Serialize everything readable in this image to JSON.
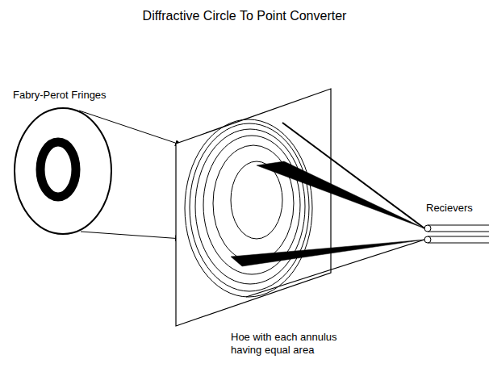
{
  "diagram": {
    "title": "Diffractive Circle To Point Converter",
    "labels": [
      "Fabry-Perot Fringes",
      "Recievers",
      "Hoe with each annulus having equal area"
    ]
  }
}
